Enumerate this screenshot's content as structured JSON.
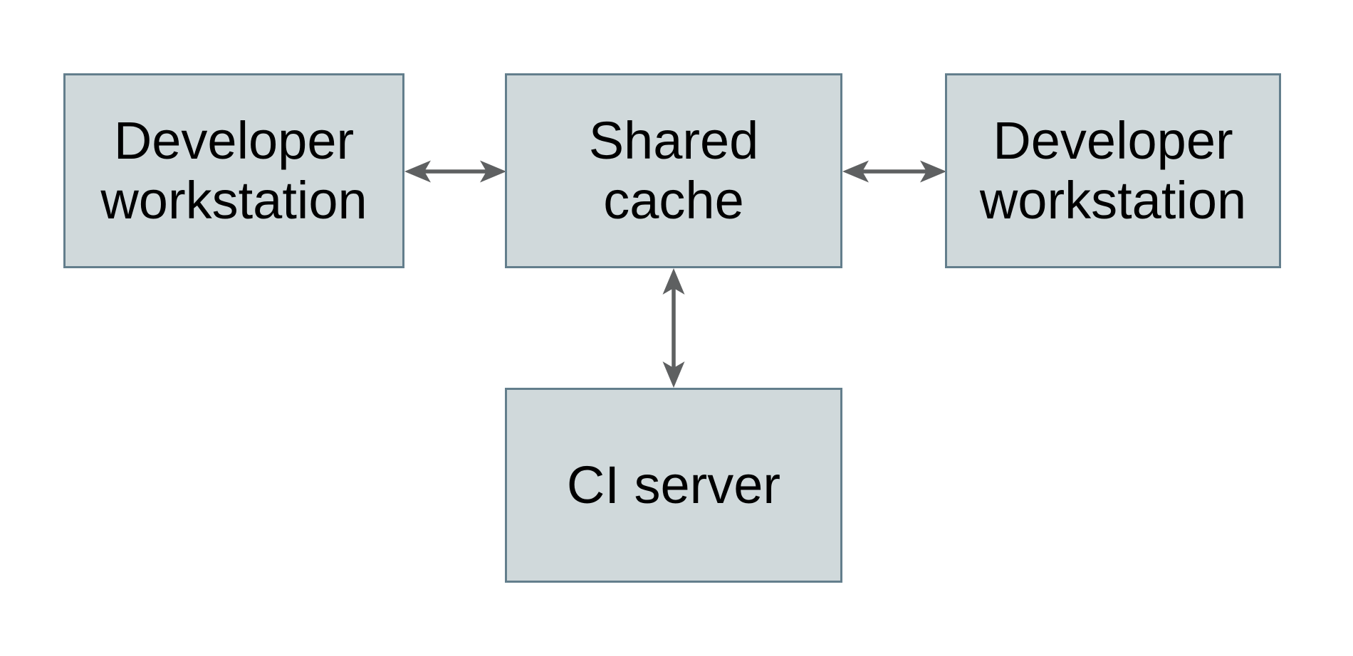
{
  "diagram": {
    "background_color": "#ffffff",
    "node_fill_color": "#d0d9db",
    "node_border_color": "#637e8c",
    "arrow_color": "#5e6061",
    "text_color": "#000000",
    "nodes": [
      {
        "id": "developer-workstation-left",
        "label": "Developer\nworkstation"
      },
      {
        "id": "shared-cache",
        "label": "Shared\ncache"
      },
      {
        "id": "developer-workstation-right",
        "label": "Developer\nworkstation"
      },
      {
        "id": "ci-server",
        "label": "CI server"
      }
    ],
    "edges": [
      {
        "from": "developer-workstation-left",
        "to": "shared-cache",
        "direction": "bidirectional"
      },
      {
        "from": "shared-cache",
        "to": "developer-workstation-right",
        "direction": "bidirectional"
      },
      {
        "from": "shared-cache",
        "to": "ci-server",
        "direction": "bidirectional"
      }
    ]
  }
}
